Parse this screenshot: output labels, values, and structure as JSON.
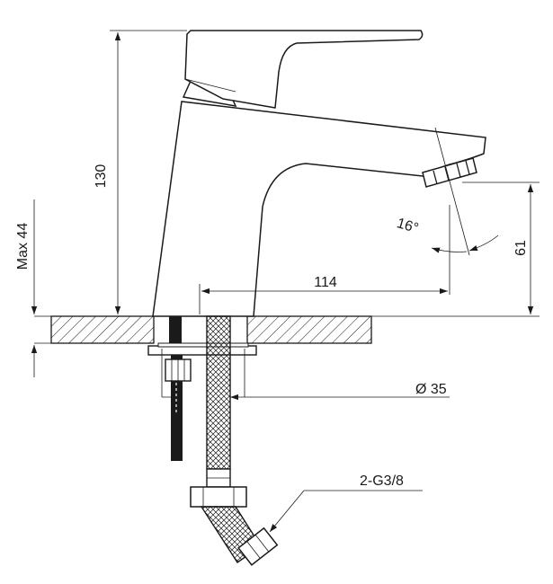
{
  "dimensions": {
    "height_total": "130",
    "max_deck_thickness": "Max 44",
    "reach": "114",
    "spout_height": "61",
    "angle": "16°",
    "hole_diameter": "Ø 35",
    "connection": "2-G3/8"
  }
}
